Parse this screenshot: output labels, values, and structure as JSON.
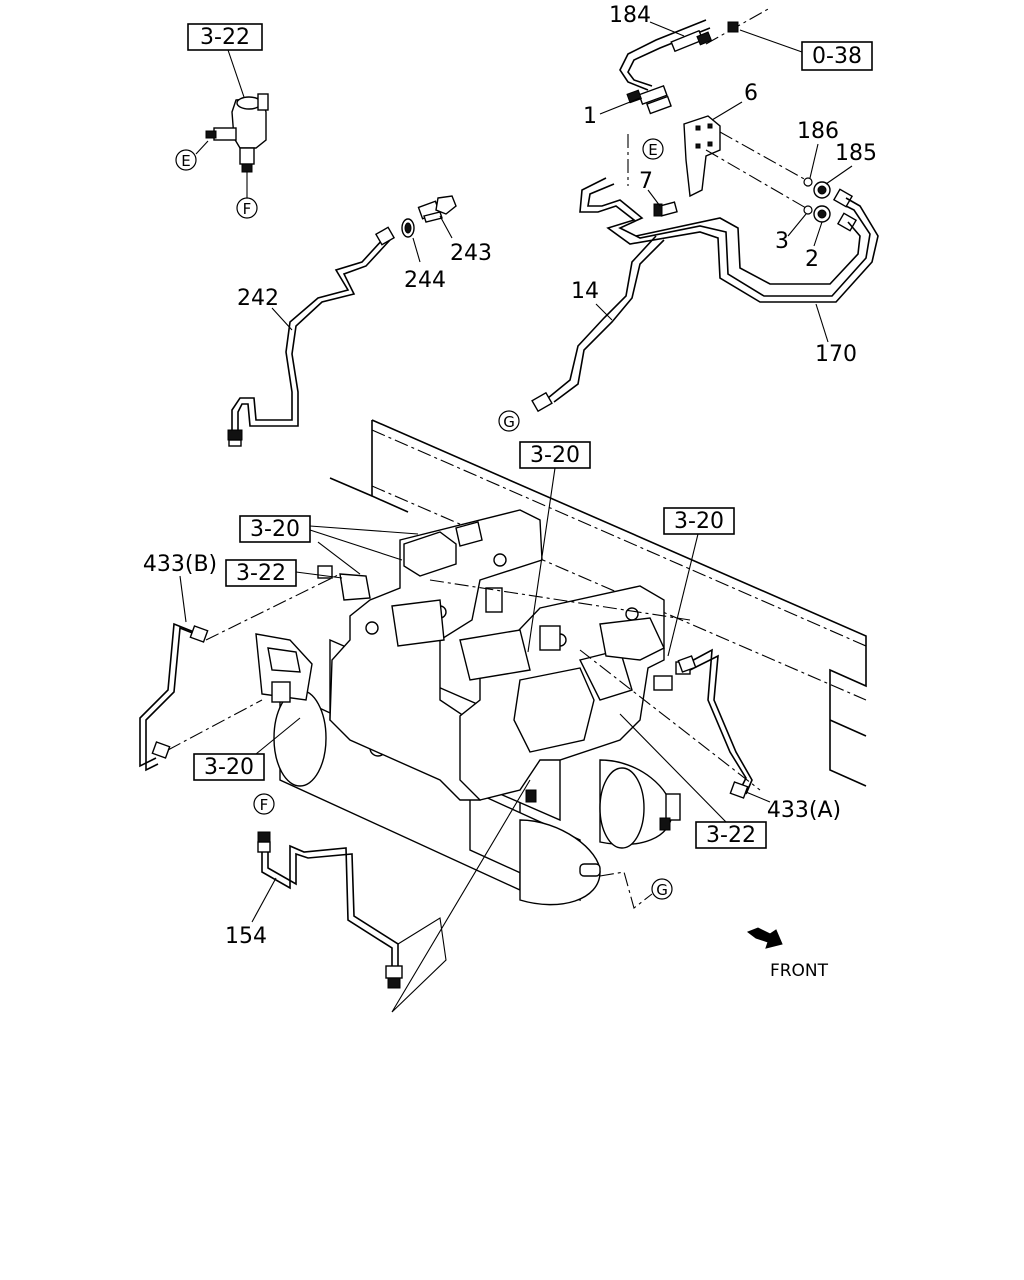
{
  "diagram": {
    "boxed_refs": {
      "r322_top": "3-22",
      "r038": "0-38",
      "r320_center": "3-20",
      "r320_left": "3-20",
      "r322_left": "3-22",
      "r320_right": "3-20",
      "r320_bottom": "3-20",
      "r322_bottom": "3-22"
    },
    "part_numbers": {
      "p184": "184",
      "p1": "1",
      "p6": "6",
      "p186": "186",
      "p185": "185",
      "p7": "7",
      "p3": "3",
      "p2": "2",
      "p14": "14",
      "p170": "170",
      "p242": "242",
      "p243": "243",
      "p244": "244",
      "p433b": "433(B)",
      "p433a": "433(A)",
      "p154": "154"
    },
    "connectors": {
      "e_left": "E",
      "f_top": "F",
      "e_right": "E",
      "g_top": "G",
      "f_bottom": "F",
      "g_bottom": "G"
    },
    "front_label": "FRONT"
  }
}
